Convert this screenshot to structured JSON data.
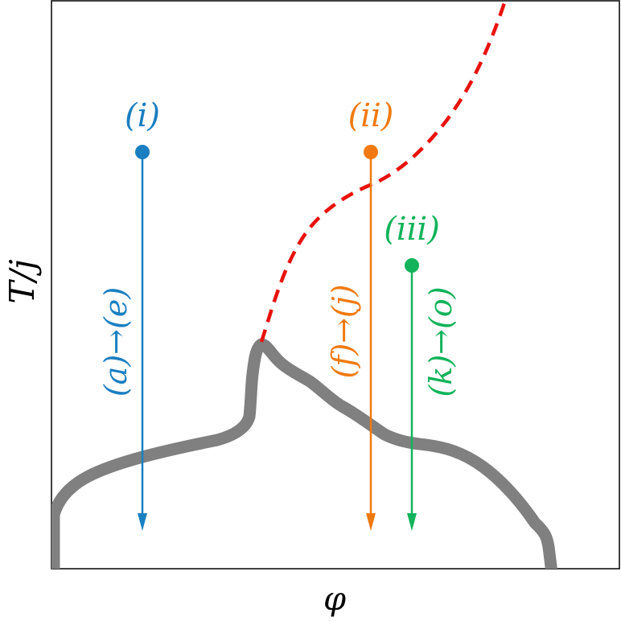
{
  "diagram": {
    "xlabel": "φ",
    "ylabel": "T/j",
    "colors": {
      "frame": "#000000",
      "phase_boundary": "#808080",
      "dashed_line": "#e8120c",
      "path_i": "#1a7fc1",
      "path_ii": "#f07a10",
      "path_iii": "#12b35a"
    },
    "paths": [
      {
        "id": "i",
        "label": "(i)",
        "range_label": "(a)→(e)"
      },
      {
        "id": "ii",
        "label": "(ii)",
        "range_label": "(f)→(j)"
      },
      {
        "id": "iii",
        "label": "(iii)",
        "range_label": "(k)→(o)"
      }
    ]
  }
}
